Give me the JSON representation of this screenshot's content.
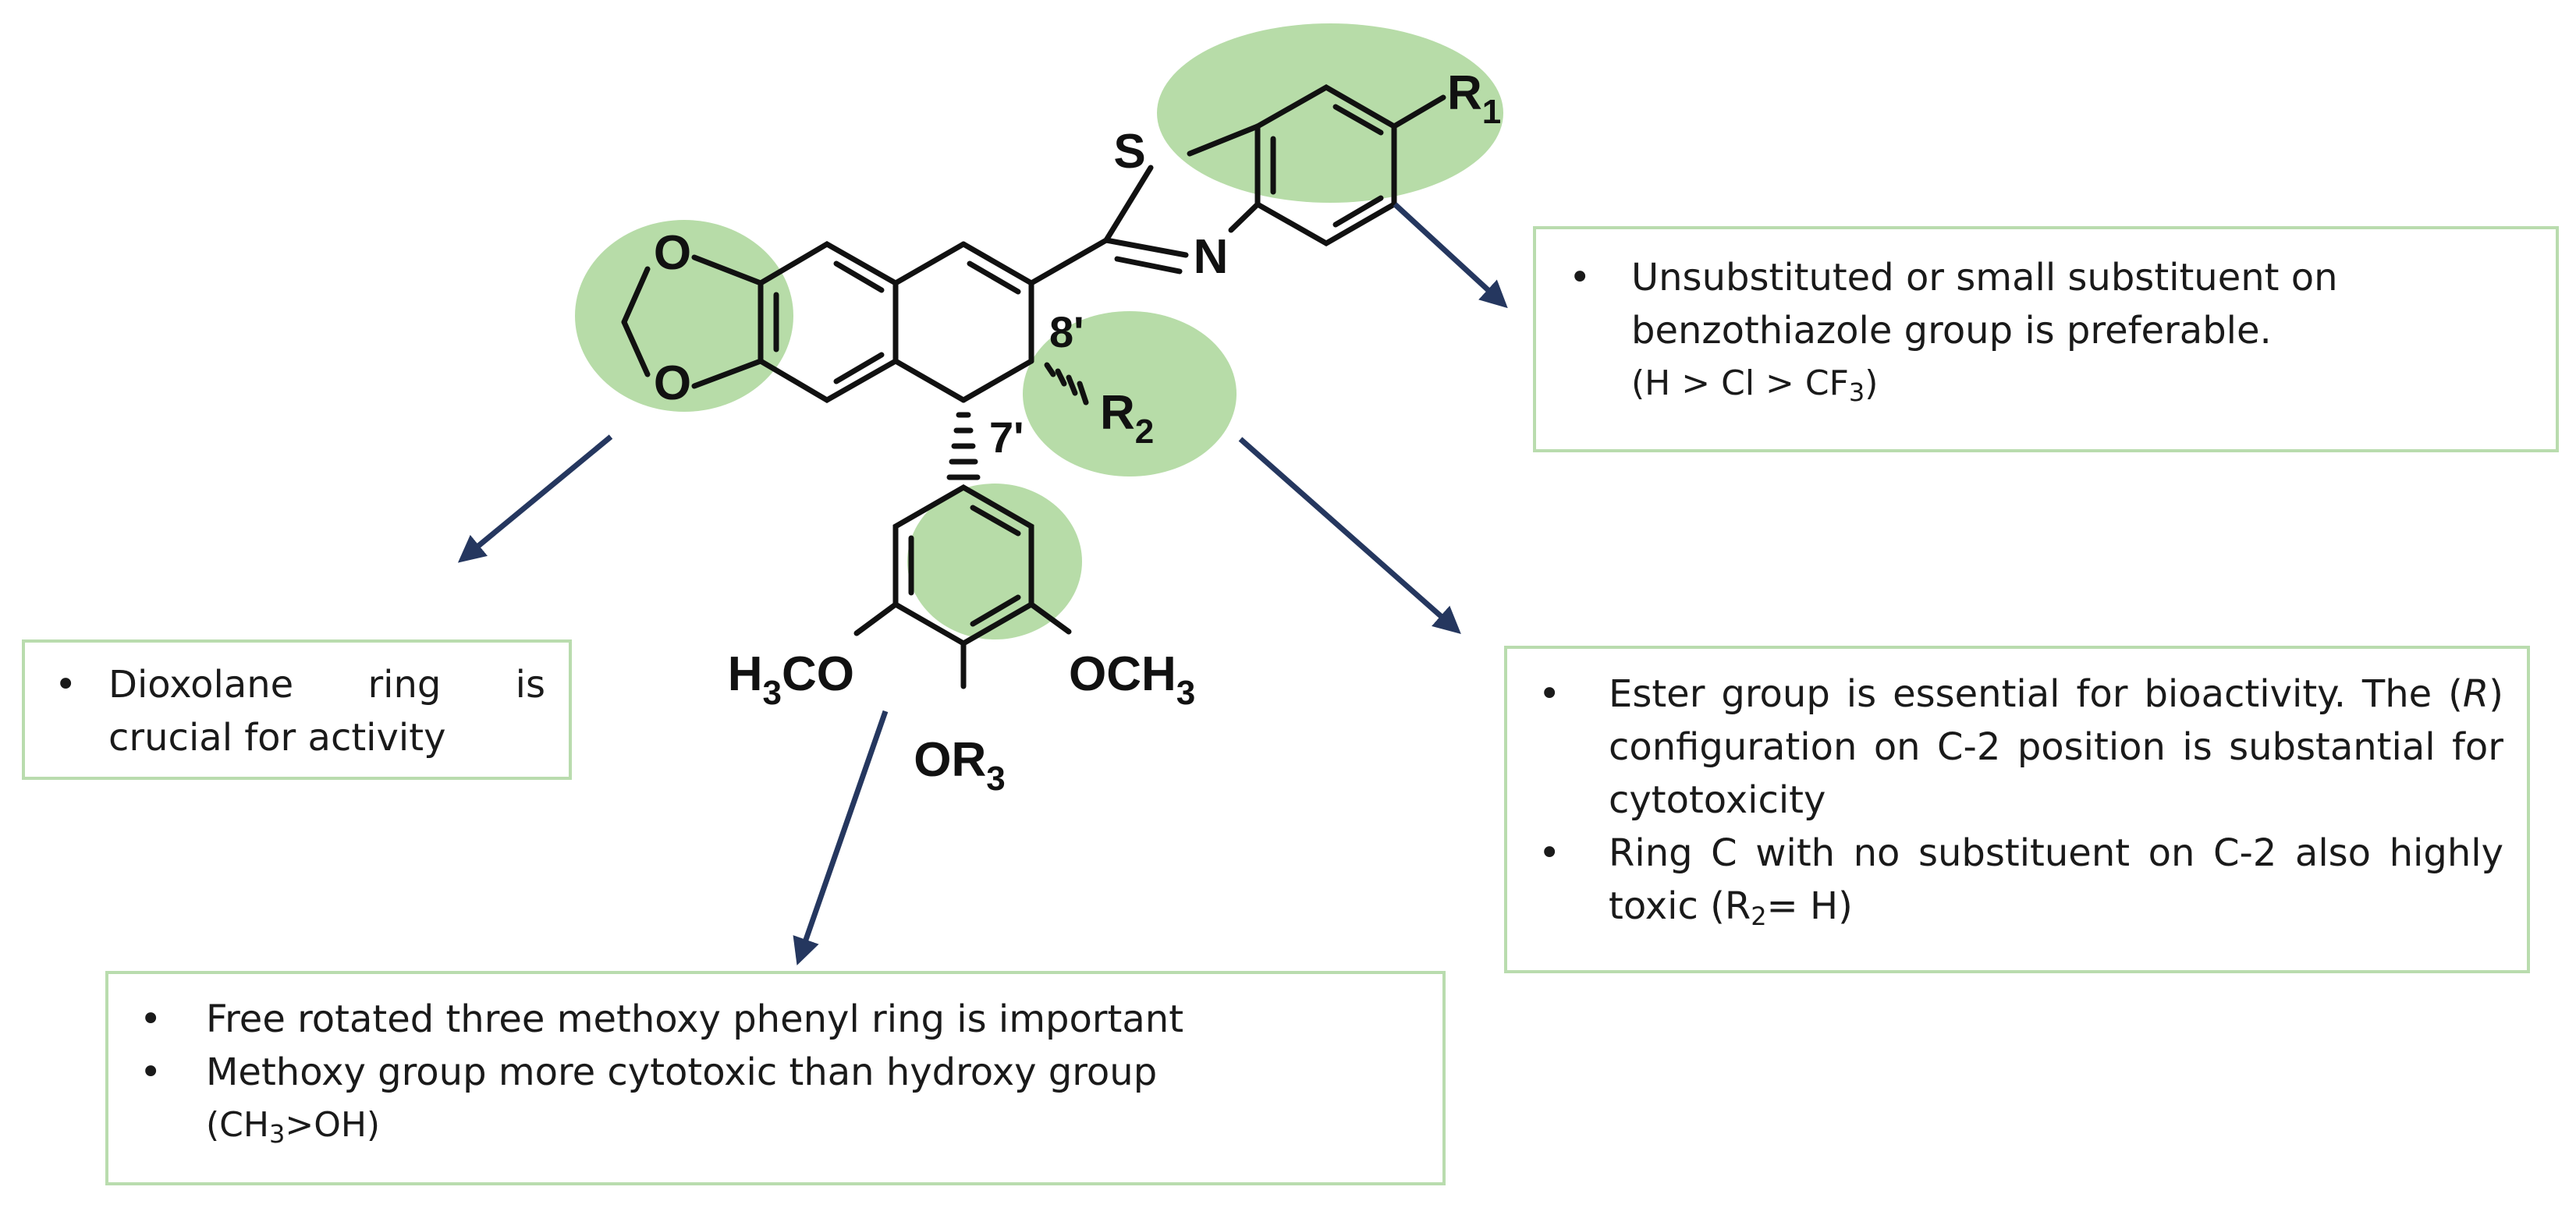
{
  "molecule": {
    "atoms": {
      "S": "S",
      "N": "N",
      "O_top": "O",
      "O_bottom": "O",
      "R1": "R",
      "R1_sub": "1",
      "R2": "R",
      "R2_sub": "2",
      "pos_8": "8'",
      "pos_7": "7'",
      "h3co_a": "H",
      "h3co_sub": "3",
      "h3co_b": "CO",
      "och3_a": "OCH",
      "och3_sub": "3",
      "or3_a": "OR",
      "or3_sub": "3"
    }
  },
  "notes": {
    "benzothiazole": {
      "bullet": "•",
      "line1": "Unsubstituted or small substituent on",
      "line2": "benzothiazole group is preferable.",
      "line3_pre": "(H > Cl > CF",
      "line3_sub": "3",
      "line3_post": ")"
    },
    "dioxolane": {
      "bullet": "•",
      "text": "Dioxolane ring is crucial for activity"
    },
    "ester": {
      "bullet": "•",
      "item1_pre": "Ester group is essential for bioactivity. The (",
      "item1_italic": "R",
      "item1_post": ") configuration on C-2 position is substantial for cytotoxicity",
      "item2_pre": "Ring C with no substituent on C-2 also highly toxic (R",
      "item2_sub": "2",
      "item2_post": "= H)"
    },
    "methoxy": {
      "bullet": "•",
      "item1": "Free rotated three methoxy phenyl ring is important",
      "item2_line1": "Methoxy group more cytotoxic than hydroxy group",
      "item2_pre": "(CH",
      "item2_sub": "3",
      "item2_post": ">OH)"
    }
  },
  "colors": {
    "highlight": "#b7dca8",
    "box_border": "#b9dcae",
    "arrow": "#25375f",
    "bond": "#111111"
  }
}
